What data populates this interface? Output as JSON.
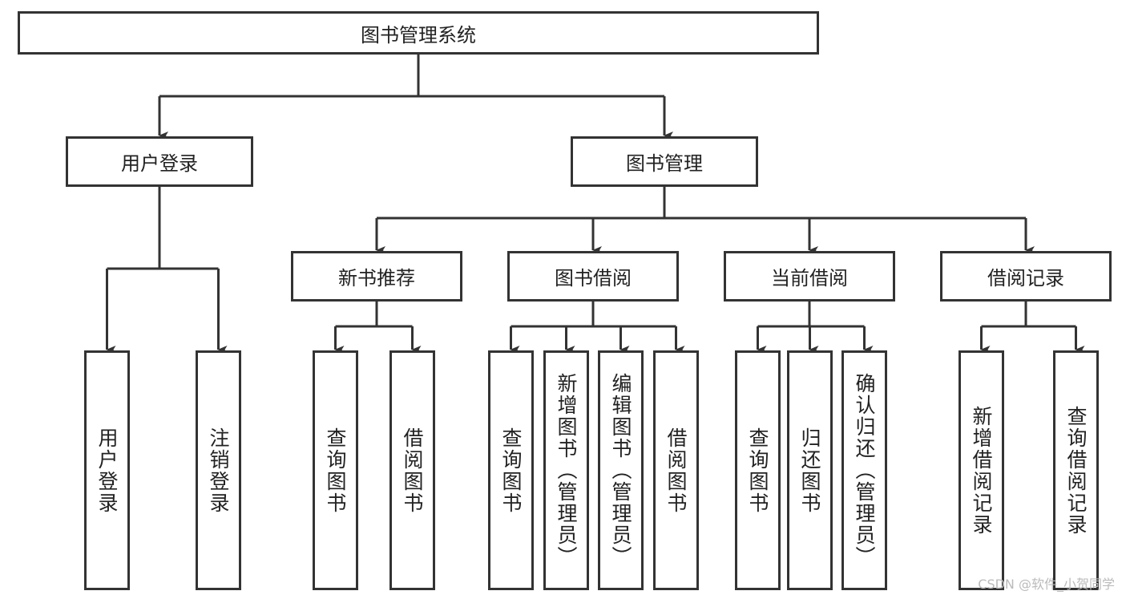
{
  "diagram": {
    "root": "图书管理系统",
    "children": [
      {
        "label": "用户登录",
        "children": [
          "用户登录",
          "注销登录"
        ]
      },
      {
        "label": "图书管理",
        "children": [
          {
            "label": "新书推荐",
            "children": [
              "查询图书",
              "借阅图书"
            ]
          },
          {
            "label": "图书借阅",
            "children": [
              "查询图书",
              "新增图书（管理员）",
              "编辑图书（管理员）",
              "借阅图书"
            ]
          },
          {
            "label": "当前借阅",
            "children": [
              "查询图书",
              "归还图书",
              "确认归还（管理员）"
            ]
          },
          {
            "label": "借阅记录",
            "children": [
              "新增借阅记录",
              "查询借阅记录"
            ]
          }
        ]
      }
    ],
    "line_color": "#333333"
  },
  "watermark": "CSDN @软件_小贺同学"
}
